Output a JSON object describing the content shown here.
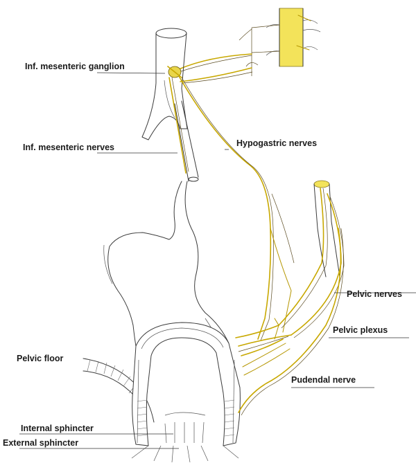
{
  "labels": {
    "inf_mesenteric_ganglion": "Inf. mesenteric ganglion",
    "inf_mesenteric_nerves": "Inf. mesenteric nerves",
    "hypogastric_nerves": "Hypogastric nerves",
    "pelvic_nerves": "Pelvic nerves",
    "pelvic_plexus": "Pelvic plexus",
    "pelvic_floor": "Pelvic floor",
    "pudendal_nerve": "Pudendal nerve",
    "internal_sphincter": "Internal sphincter",
    "external_sphincter": "External sphincter"
  },
  "colors": {
    "nerve": "#c8a800",
    "spinal_cord": "#f3e35a",
    "outline": "#3a3a3a"
  }
}
